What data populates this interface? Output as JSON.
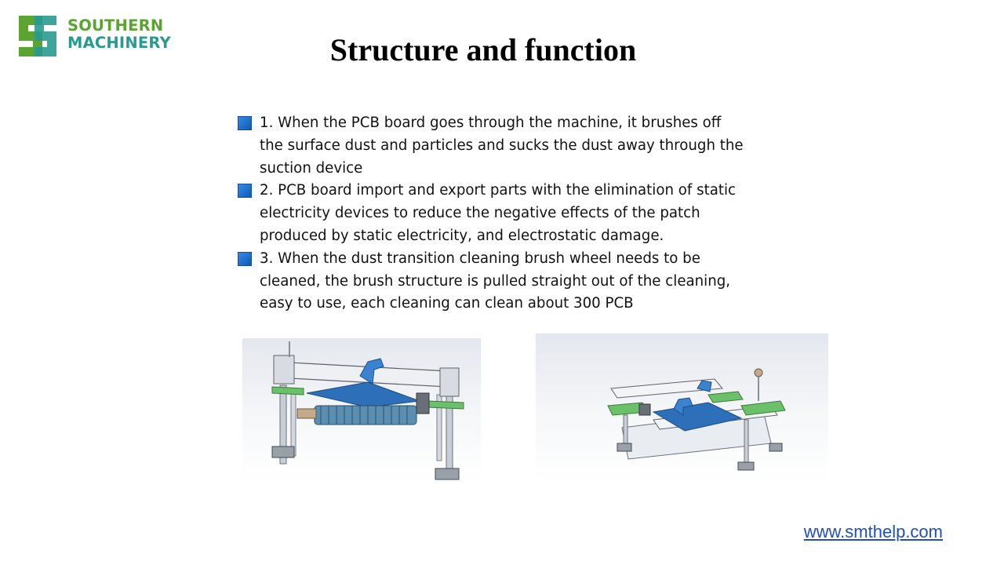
{
  "brand": {
    "line1": "SOUTHERN",
    "line2": "MACHINERY"
  },
  "title": "Structure and function",
  "bullets": [
    "1. When the PCB board goes through the machine, it brushes off the surface dust and particles and sucks the dust away through the suction device",
    "2. PCB board import and export parts with the elimination of static electricity devices to reduce the negative effects of the patch produced by static electricity, and electrostatic damage.",
    "3. When the dust transition cleaning brush wheel needs to be cleaned, the brush structure is pulled straight out of the cleaning, easy to use, each cleaning can clean about 300 PCB"
  ],
  "footer": {
    "link": "www.smthelp.com"
  },
  "colors": {
    "bullet": "#1f6fce",
    "brand_green": "#5ba431",
    "brand_teal": "#2a9a91",
    "link": "#1f4fbf"
  }
}
